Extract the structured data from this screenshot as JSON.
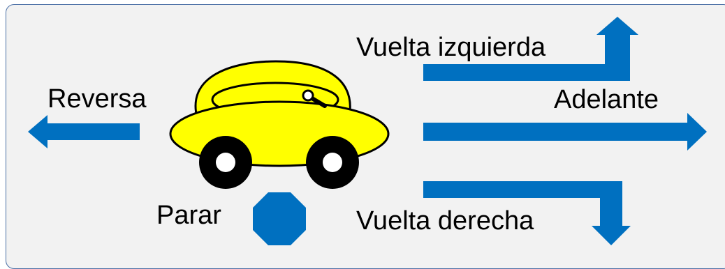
{
  "labels": {
    "reverse": "Reversa",
    "forward": "Adelante",
    "turn_left": "Vuelta izquierda",
    "turn_right": "Vuelta derecha",
    "stop": "Parar"
  },
  "colors": {
    "arrow": "#0070c0",
    "stop_sign": "#0070c0",
    "car_body": "#ffff00",
    "wheel": "#000000",
    "hub": "#ffffff",
    "panel_bg": "#f2f2f2",
    "panel_border": "#4a6fa5"
  },
  "icons": {
    "car": "car-icon",
    "stop": "octagon-stop-icon"
  }
}
